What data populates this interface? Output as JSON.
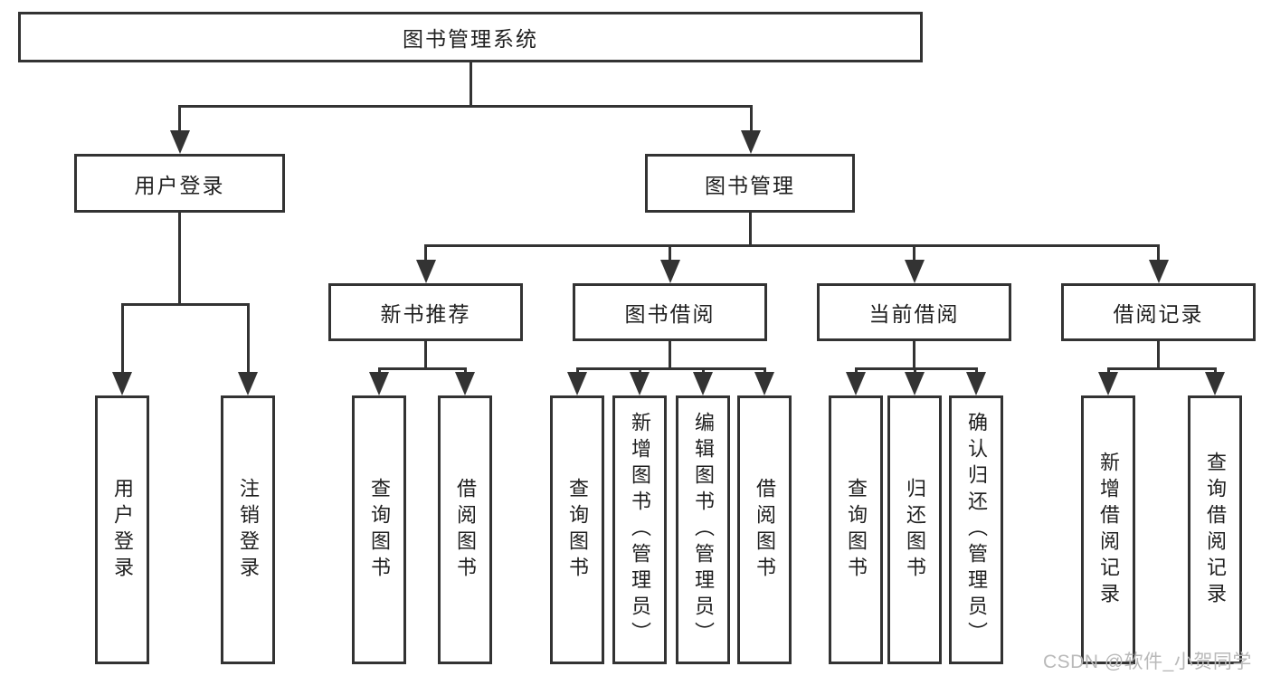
{
  "diagram": {
    "title": "图书管理系统",
    "branches": [
      {
        "label": "用户登录",
        "children": [
          "用户登录",
          "注销登录"
        ]
      },
      {
        "label": "图书管理",
        "sections": [
          {
            "label": "新书推荐",
            "children": [
              "查询图书",
              "借阅图书"
            ]
          },
          {
            "label": "图书借阅",
            "children": [
              "查询图书",
              "新增图书（管理员）",
              "编辑图书（管理员）",
              "借阅图书"
            ]
          },
          {
            "label": "当前借阅",
            "children": [
              "查询图书",
              "归还图书",
              "确认归还（管理员）"
            ]
          },
          {
            "label": "借阅记录",
            "children": [
              "新增借阅记录",
              "查询借阅记录"
            ]
          }
        ]
      }
    ]
  },
  "watermark": {
    "text": "CSDN @软件_小贺同学"
  },
  "colors": {
    "line": "#333333",
    "box_border": "#333333",
    "text": "#1f1f1f",
    "background": "#ffffff",
    "watermark": "#b9b9b9"
  }
}
